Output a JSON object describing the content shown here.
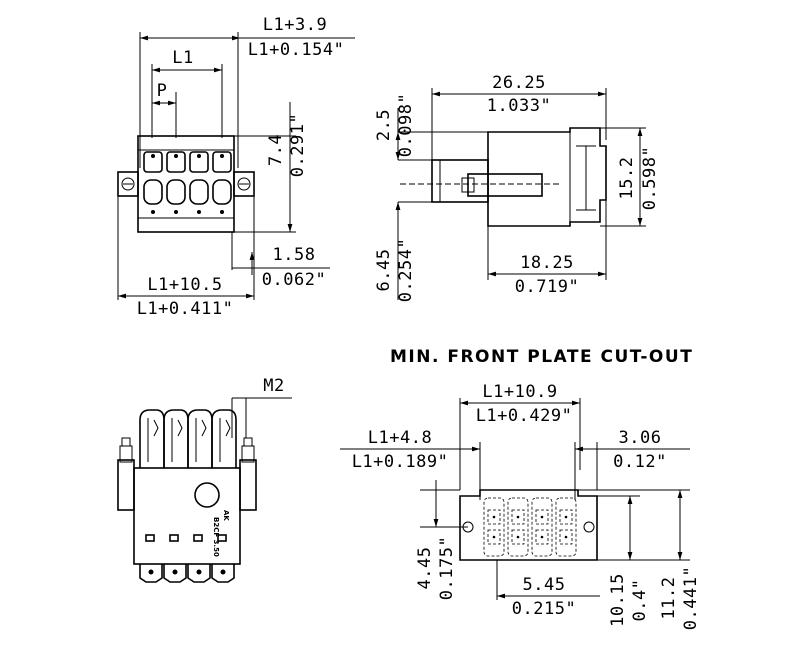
{
  "section_title": "MIN. FRONT PLATE CUT-OUT",
  "marking": {
    "code": "B2CF 3.50",
    "mark": "AK"
  },
  "dimensions": {
    "top_left": {
      "overall_mm": "L1+3.9",
      "overall_in": "L1+0.154\"",
      "l1": "L1",
      "p": "P",
      "height_mm": "7.4",
      "height_in": "0.291\"",
      "offset_mm": "1.58",
      "offset_in": "0.062\"",
      "flange_mm": "L1+10.5",
      "flange_in": "L1+0.411\""
    },
    "top_right": {
      "length_mm": "26.25",
      "length_in": "1.033\"",
      "top_mm": "2.5",
      "top_in": "0.098\"",
      "height_mm": "15.2",
      "height_in": "0.598\"",
      "bottom_mm": "6.45",
      "bottom_in": "0.254\"",
      "depth_mm": "18.25",
      "depth_in": "0.719\""
    },
    "bottom_left": {
      "screw": "M2"
    },
    "cutout": {
      "width_mm": "L1+10.9",
      "width_in": "L1+0.429\"",
      "left_mm": "L1+4.8",
      "left_in": "L1+0.189\"",
      "right_mm": "3.06",
      "right_in": "0.12\"",
      "vert_mm": "4.45",
      "vert_in": "0.175\"",
      "pitch_mm": "5.45",
      "pitch_in": "0.215\"",
      "h1_mm": "10.15",
      "h1_in": "0.4\"",
      "h2_mm": "11.2",
      "h2_in": "0.441\""
    }
  }
}
